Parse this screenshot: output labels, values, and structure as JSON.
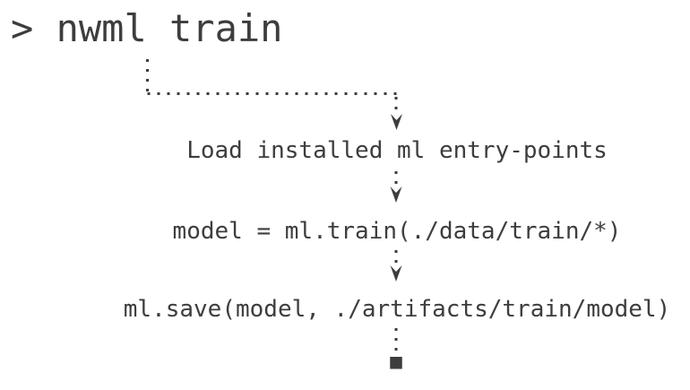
{
  "colors": {
    "ink": "#3d3d3d",
    "background": "#ffffff"
  },
  "terminal": {
    "prompt": ">",
    "command": "nwml train"
  },
  "flow": {
    "steps": [
      {
        "label": "Load installed ml entry-points"
      },
      {
        "label": "model = ml.train(./data/train/*)"
      },
      {
        "label": "ml.save(model, ./artifacts/train/model)"
      }
    ]
  }
}
